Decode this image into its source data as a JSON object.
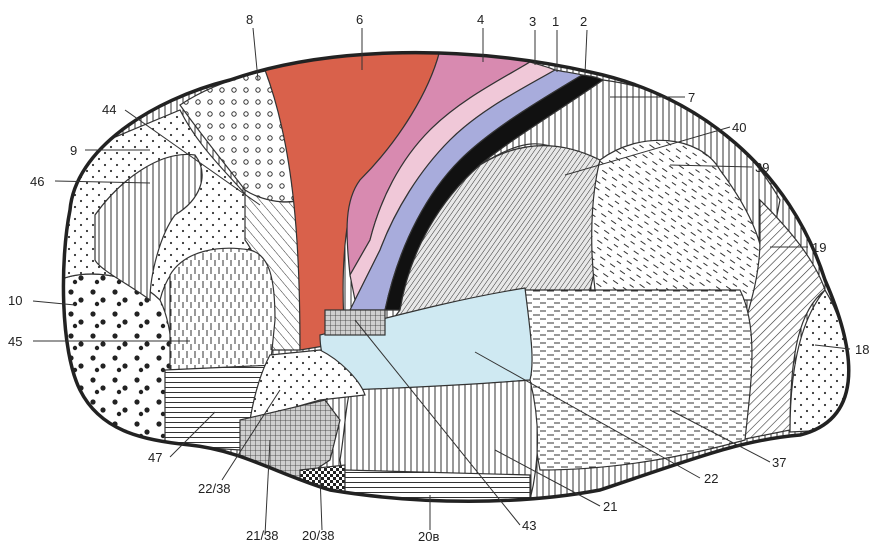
{
  "diagram": {
    "labels": {
      "l8": "8",
      "l6": "6",
      "l4": "4",
      "l3": "3",
      "l1": "1",
      "l2": "2",
      "l7": "7",
      "l40": "40",
      "l39": "39",
      "l19": "19",
      "l18": "18",
      "l37": "37",
      "l22": "22",
      "l21": "21",
      "l43": "43",
      "l20b": "20в",
      "l20_38": "20/38",
      "l21_38": "21/38",
      "l22_38": "22/38",
      "l47": "47",
      "l45": "45",
      "l10": "10",
      "l46": "46",
      "l9": "9",
      "l44": "44"
    },
    "colors": {
      "area6": "#d9614b",
      "area4": "#d88ab0",
      "area3": "#f0c8d8",
      "area1": "#a8acdc",
      "area2": "#111111",
      "area43_light": "#cfe9f2",
      "outline": "#222222"
    }
  }
}
